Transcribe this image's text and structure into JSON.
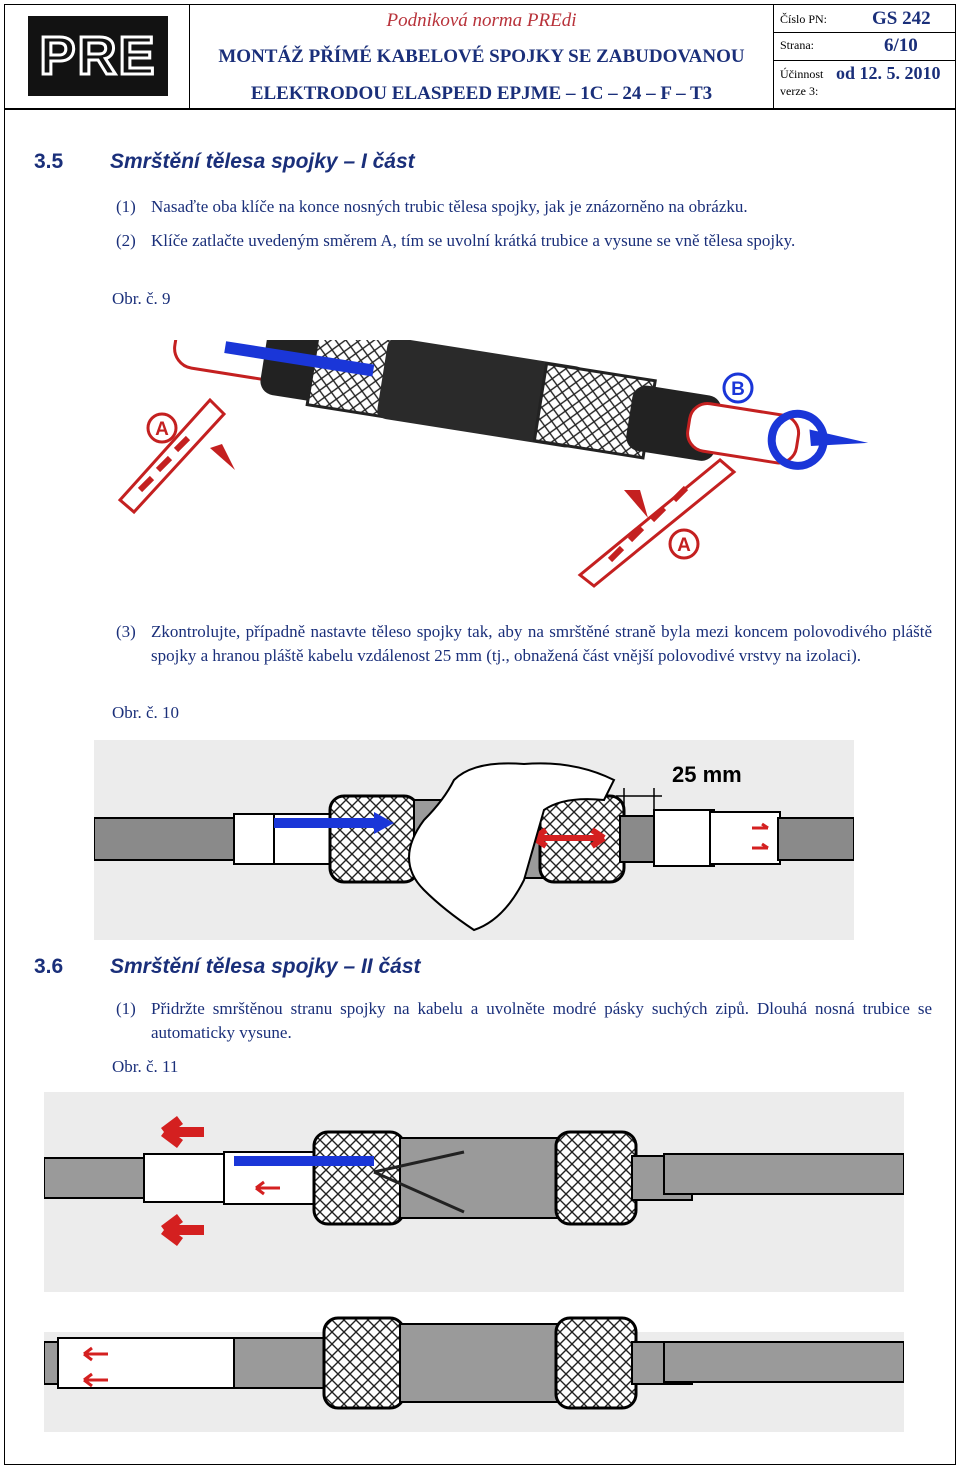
{
  "header": {
    "logo_text": "PRE",
    "norm": "Podniková norma PREdi",
    "title_line1": "MONTÁŽ PŘÍMÉ KABELOVÉ SPOJKY SE ZABUDOVANOU",
    "title_line2": "ELEKTRODOU ELASPEED EPJME – 1C – 24 – F – T3",
    "cislo_label": "Číslo PN:",
    "cislo_value": "GS 242",
    "strana_label": "Strana:",
    "strana_value": "6/10",
    "ucinnost_label": "Účinnost",
    "ucinnost_value": "od 12. 5. 2010",
    "verze_label": "verze 3:"
  },
  "section35": {
    "number": "3.5",
    "title": "Smrštění tělesa spojky – I část",
    "p1_num": "(1)",
    "p1_text": "Nasaďte oba klíče na konce nosných trubic tělesa spojky, jak je znázorněno na obrázku.",
    "p2_num": "(2)",
    "p2_text": "Klíče zatlačte uvedeným směrem A, tím se uvolní krátká trubice a vysune se vně tělesa spojky.",
    "fig9_caption": "Obr. č. 9",
    "fig9_labels": {
      "a": "A",
      "b": "B"
    },
    "p3_num": "(3)",
    "p3_text": "Zkontrolujte, případně nastavte těleso spojky tak, aby na smrštěné straně byla mezi koncem polovodivého pláště spojky a hranou pláště kabelu vzdálenost 25 mm (tj., obnažená část vnější polovodivé vrstvy na izolaci).",
    "fig10_caption": "Obr. č. 10",
    "fig10_dimension": "25 mm"
  },
  "section36": {
    "number": "3.6",
    "title": "Smrštění tělesa spojky – II část",
    "p1_num": "(1)",
    "p1_text": "Přidržte smrštěnou stranu spojky na kabelu a uvolněte modré pásky suchých zipů. Dlouhá nosná trubice se automaticky vysune.",
    "fig11_caption": "Obr. č. 11"
  },
  "colors": {
    "text_blue": "#1a2f7a",
    "norm_red": "#b8323a",
    "arrow_red": "#d42020",
    "tape_blue": "#1a36d8"
  }
}
